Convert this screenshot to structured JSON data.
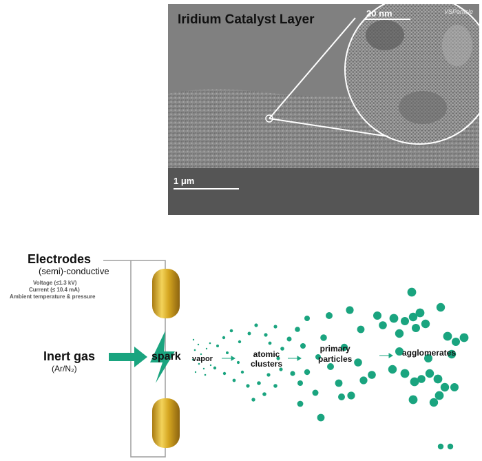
{
  "micrograph": {
    "title": "Iridium Catalyst Layer",
    "scale_bar_inset": "20 nm",
    "scale_bar_main": "1 μm",
    "brand": "VSParticle"
  },
  "diagram": {
    "electrodes_title": "Electrodes",
    "electrodes_subtitle": "(semi)-conductive",
    "spec_voltage": "Voltage (≤1.3 kV)",
    "spec_current": "Current (≤ 10.4 mA)",
    "spec_ambient": "Ambient temperature & pressure",
    "inert_gas": "Inert gas",
    "inert_gas_formula": "(Ar/N₂)",
    "spark": "spark",
    "vapor": "vapor",
    "atomic_clusters": "atomic\nclusters",
    "primary_particles": "primary\nparticles",
    "agglomerates": "agglomerates"
  },
  "colors": {
    "particle": "#1aa47f",
    "electrode_gold": "#d4a520",
    "frame": "#9e9e9e"
  }
}
